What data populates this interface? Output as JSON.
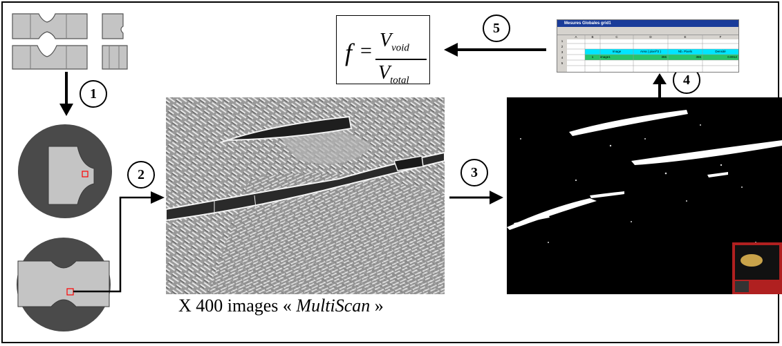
{
  "steps": [
    "1",
    "2",
    "3",
    "4",
    "5"
  ],
  "formula": {
    "f": "f",
    "equals": "=",
    "num_main": "V",
    "num_sub": "void",
    "den_main": "V",
    "den_sub": "total"
  },
  "caption": {
    "prefix": "X 400 images « ",
    "italic": "MultiScan",
    "suffix": " »"
  },
  "spreadsheet": {
    "title": "Mesures Globales grid1",
    "columns": [
      "A",
      "B",
      "C",
      "D",
      "E",
      "F"
    ],
    "rows": [
      "1",
      "2",
      "3",
      "4",
      "5"
    ],
    "headers": [
      "Image",
      "Area ( pixel^2 )",
      "Nb. Pixels",
      "Densité"
    ],
    "row3": [
      "1",
      "image1",
      "355",
      "355",
      "0.0012"
    ]
  },
  "colors": {
    "dark_disc": "#4a4a4a",
    "specimen": "#c4c4c4",
    "marker": "#ff0000",
    "highlight": "#00e5ff",
    "green": "#27c46a"
  }
}
